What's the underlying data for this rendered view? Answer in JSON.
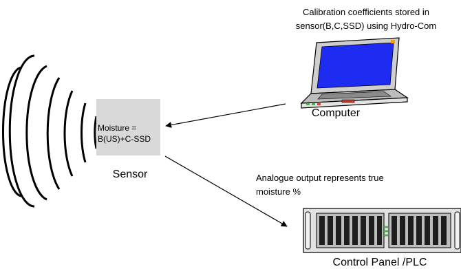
{
  "calibration_note": {
    "line1": "Calibration coefficients stored in",
    "line2": "sensor(B,C,SSD) using Hydro-Com"
  },
  "computer_label": "Computer",
  "sensor": {
    "formula_line1": "Moisture =",
    "formula_line2": "B(US)+C-SSD",
    "label": "Sensor"
  },
  "output_note": {
    "line1": "Analogue output represents true",
    "line2": "moisture %"
  },
  "control_panel_label": "Control Panel /PLC",
  "colors": {
    "sensor_box": "#d9d9d9",
    "laptop_screen": "#1d2cf0",
    "laptop_body": "#d0d0d0",
    "rack_body": "#e2e2e2",
    "led_green": "#4caf50",
    "led_red": "#e53935"
  }
}
